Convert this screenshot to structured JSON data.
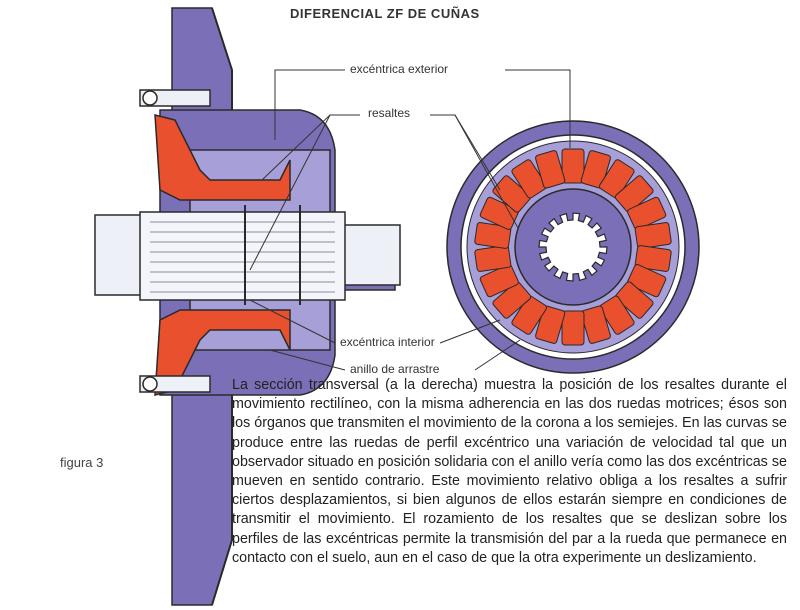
{
  "title": "DIFERENCIAL ZF DE CUÑAS",
  "labels": {
    "excentrica_exterior": "excéntrica exterior",
    "resaltes": "resaltes",
    "excentrica_interior": "excéntrica interior",
    "anillo_arrastre": "anillo de arrastre"
  },
  "figure_label": "figura 3",
  "caption": "La sección transversal (a la derecha) muestra la posición de los resaltes durante el movimiento rectilíneo, con la misma adherencia en las dos ruedas motrices; ésos son los órganos que transmiten el movimiento de la corona a los semiejes. En las curvas se produce entre las ruedas de perfil excéntrico una variación de velocidad tal que un observador situado en posición solidaria con el anillo vería como las dos excéntricas se mueven en sentido contrario. Este movimiento relativo obliga a los resaltes a sufrir ciertos desplazamientos, si bien algunos de ellos estarán siempre en condiciones de transmitir el movimiento. El rozamiento de los resaltes que se deslizan sobre los perfiles de las excéntricas permite la transmisión del par a la rueda que permanece en contacto con el suelo, aun en el caso de que la otra experimente un deslizamiento.",
  "colors": {
    "housing": "#7b70b8",
    "housing_light": "#a79fd8",
    "red": "#e8502e",
    "shaft": "#eef0f8",
    "outline": "#2a2a2a"
  }
}
